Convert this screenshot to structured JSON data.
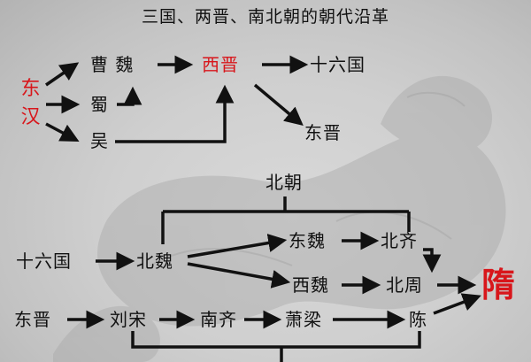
{
  "title": "三国、两晋、南北朝的朝代沿革",
  "nodes": {
    "dong": "东",
    "han": "汉",
    "cao_wei": "曹  魏",
    "shu": "蜀",
    "wu": "吴",
    "xi_jin": "西晋",
    "shiliuguo_top": "十六国",
    "dong_jin_top": "东晋",
    "bei_chao": "北朝",
    "shiliuguo_bottom": "十六国",
    "bei_wei": "北魏",
    "dong_wei": "东魏",
    "bei_qi": "北齐",
    "xi_wei": "西魏",
    "bei_zhou": "北周",
    "sui": "隋",
    "dong_jin_bottom": "东晋",
    "liu_song": "刘宋",
    "nan_qi": "南齐",
    "xiao_liang": "萧梁",
    "chen": "陈"
  },
  "colors": {
    "highlight": "#d8161b",
    "text": "#111111",
    "arrow": "#111111"
  }
}
